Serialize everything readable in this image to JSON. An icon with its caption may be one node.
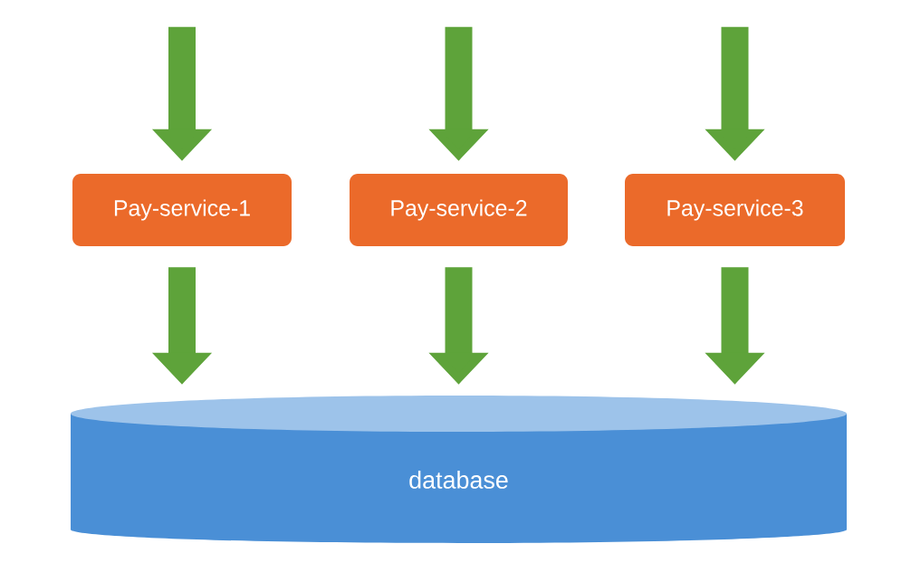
{
  "diagram": {
    "nodes": [
      {
        "text": [
          "Pay-service-1"
        ]
      },
      {
        "text": [
          "Pay-service-2"
        ]
      },
      {
        "text": [
          "Pay-service-3"
        ]
      },
      {
        "text": [
          "database"
        ]
      }
    ],
    "edges": [
      {
        "from": null,
        "to": 0,
        "arrow": "to"
      },
      {
        "from": null,
        "to": 1,
        "arrow": "to"
      },
      {
        "from": null,
        "to": 2,
        "arrow": "to"
      },
      {
        "from": 0,
        "to": 3,
        "arrow": "to"
      },
      {
        "from": 1,
        "to": 3,
        "arrow": "to"
      },
      {
        "from": 2,
        "to": 3,
        "arrow": "to"
      }
    ]
  }
}
